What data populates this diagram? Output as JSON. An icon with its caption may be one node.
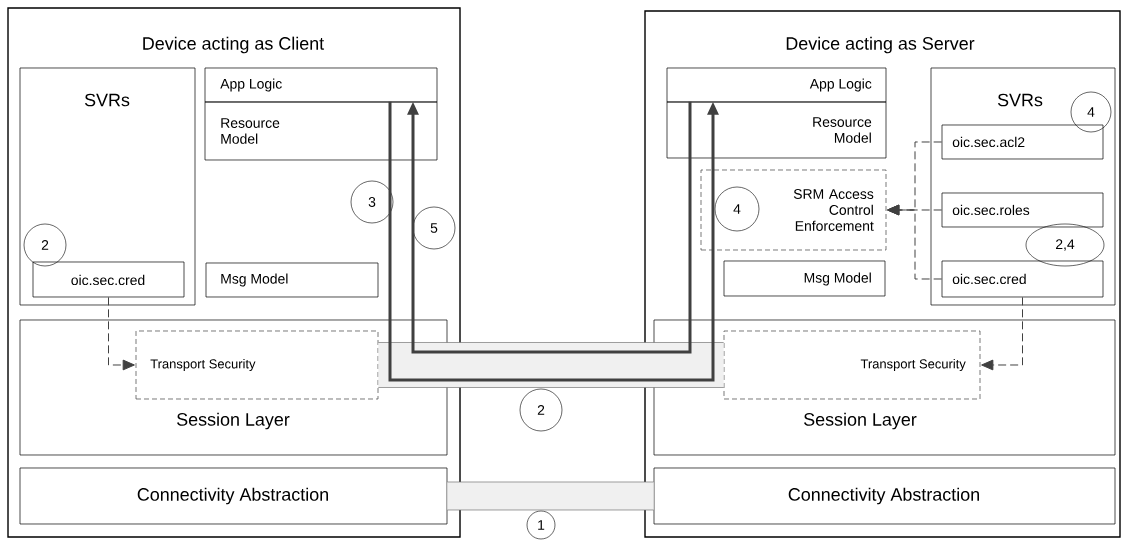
{
  "diagram": {
    "nodes": [
      {
        "text": [
          "Device acting as Client"
        ]
      },
      {
        "text": [
          "SVRs"
        ],
        "in": 0
      },
      {
        "text": [
          "oic.sec.cred"
        ],
        "in": 1
      },
      {
        "text": [
          "App Logic"
        ],
        "in": 0
      },
      {
        "text": [
          "Resource Model"
        ],
        "in": 0
      },
      {
        "text": [
          "Msg Model"
        ],
        "in": 0
      },
      {
        "text": [
          "Session Layer"
        ],
        "in": 0
      },
      {
        "text": [
          "Transport Security"
        ],
        "in": 6
      },
      {
        "text": [
          "Connectivity Abstraction"
        ],
        "in": 0
      },
      {
        "text": [
          "Device acting as Server"
        ]
      },
      {
        "text": [
          "App Logic"
        ],
        "in": 9
      },
      {
        "text": [
          "Resource Model"
        ],
        "in": 9
      },
      {
        "text": [
          "SRM Access Control Enforcement"
        ],
        "in": 9
      },
      {
        "text": [
          "Msg Model"
        ],
        "in": 9
      },
      {
        "text": [
          "SVRs"
        ],
        "in": 9
      },
      {
        "text": [
          "oic.sec.acl2"
        ],
        "in": 14
      },
      {
        "text": [
          "oic.sec.roles"
        ],
        "in": 14
      },
      {
        "text": [
          "oic.sec.cred"
        ],
        "in": 14
      },
      {
        "text": [
          "Session Layer"
        ],
        "in": 9
      },
      {
        "text": [
          "Transport Security"
        ],
        "in": 18
      },
      {
        "text": [
          "Connectivity Abstraction"
        ],
        "in": 9
      },
      {
        "text": [
          "2"
        ],
        "in": 1
      },
      {
        "text": [
          "3"
        ],
        "in": 0
      },
      {
        "text": [
          "5"
        ],
        "in": 0
      },
      {
        "text": [
          "4"
        ],
        "in": 14
      },
      {
        "text": [
          "4"
        ],
        "in": 12
      },
      {
        "text": [
          "2,4"
        ],
        "in": 14
      },
      {
        "text": [
          "2"
        ]
      },
      {
        "text": [
          "1"
        ]
      }
    ],
    "edges": [
      {
        "from": 8,
        "to": 20,
        "arrow": "none",
        "style": "thick",
        "color": "#f0f0f0"
      },
      {
        "from": 7,
        "to": 19,
        "arrow": "none",
        "style": "thick",
        "color": "#f0f0f0"
      },
      {
        "from": 4,
        "to": 11,
        "arrow": "to",
        "style": "thick"
      },
      {
        "from": 11,
        "to": 4,
        "arrow": "to",
        "style": "thick"
      },
      {
        "from": 2,
        "to": 7,
        "arrow": "to",
        "style": "dashed"
      },
      {
        "from": 17,
        "to": 19,
        "arrow": "to",
        "style": "dashed"
      },
      {
        "from": 15,
        "to": 12,
        "arrow": "to",
        "style": "dashed"
      },
      {
        "from": 16,
        "to": 12,
        "arrow": "to",
        "style": "dashed"
      },
      {
        "from": 17,
        "to": 12,
        "arrow": "to",
        "style": "dashed"
      }
    ]
  }
}
